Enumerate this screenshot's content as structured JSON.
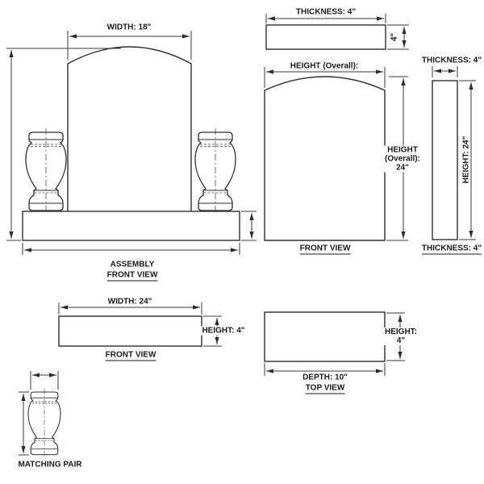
{
  "colors": {
    "line": "#2e2e2e",
    "dim_line": "#3a3a3a",
    "text": "#1a1a1a",
    "background": "#ffffff"
  },
  "views": {
    "assembly": {
      "width_dim": "WIDTH: 18\"",
      "title_line1": "ASSEMBLY",
      "title_line2": "FRONT VIEW"
    },
    "tablet_top_view": {
      "thickness_dim": "THICKNESS: 4\"",
      "side_dim": "4\""
    },
    "tablet_front_view": {
      "top_dim": "HEIGHT (Overall):",
      "height_dim_line1": "HEIGHT",
      "height_dim_line2": "(Overall):",
      "height_dim_line3": "24\"",
      "title": "FRONT VIEW"
    },
    "tablet_side_view": {
      "thickness_dim_top": "THICKNESS: 4\"",
      "height_dim": "HEIGHT: 24\"",
      "thickness_label_bottom": "THICKNESS: 4\""
    },
    "base_front_view": {
      "width_dim": "WIDTH: 24\"",
      "height_dim": "HEIGHT: 4\"",
      "title": "FRONT VIEW"
    },
    "base_top_view": {
      "height_dim_line1": "HEIGHT:",
      "height_dim_line2": "4\"",
      "depth_dim": "DEPTH: 10\"",
      "title": "TOP VIEW"
    },
    "matching_pair": {
      "label": "MATCHING PAIR"
    }
  }
}
